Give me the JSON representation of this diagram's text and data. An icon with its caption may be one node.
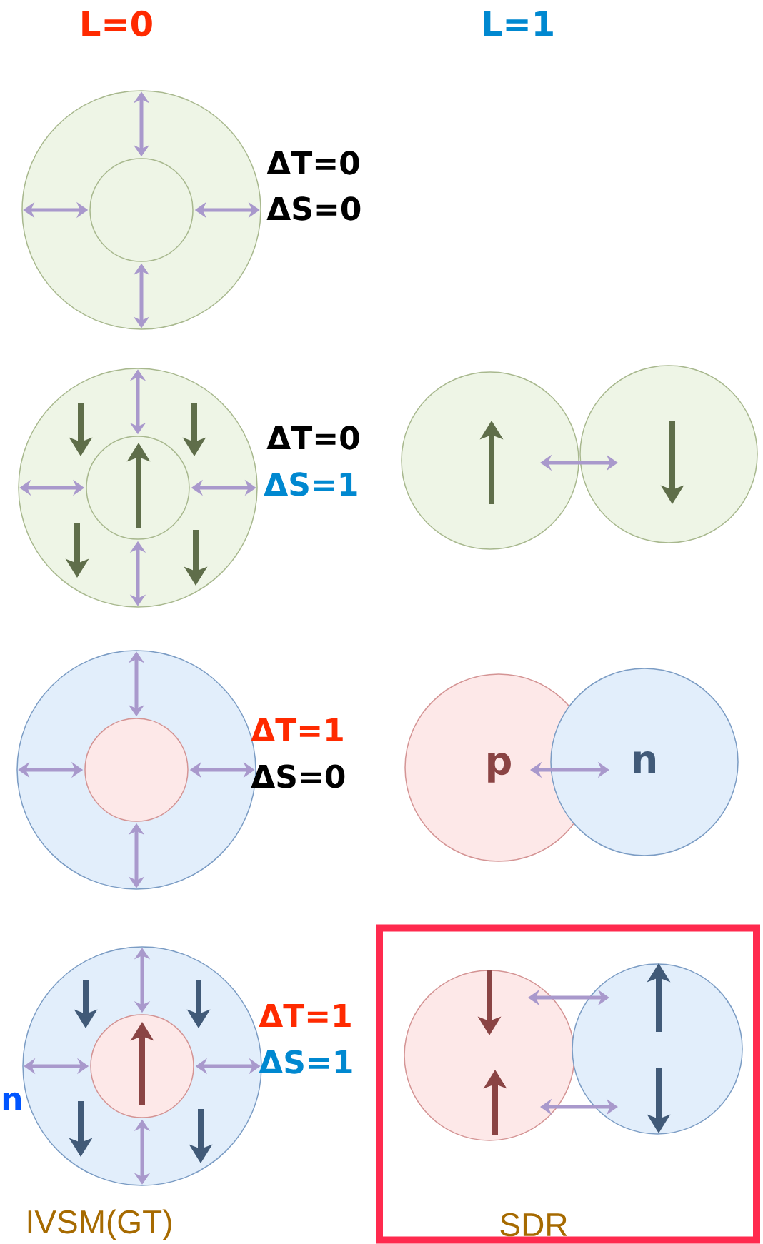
{
  "diagram": {
    "nodes": [
      {
        "text": [],
        "shape": "circle"
      },
      {
        "text": [],
        "shape": "circle",
        "in": 0
      },
      {
        "text": [],
        "shape": "circle"
      },
      {
        "text": [],
        "shape": "circle",
        "in": 2
      },
      {
        "text": [],
        "shape": "circle"
      },
      {
        "text": [],
        "shape": "circle"
      },
      {
        "text": [],
        "shape": "circle"
      },
      {
        "text": [],
        "shape": "circle",
        "in": 6
      },
      {
        "text": [
          "p"
        ]
      },
      {
        "text": [
          "n"
        ]
      },
      {
        "text": [],
        "shape": "circle"
      },
      {
        "text": [],
        "shape": "circle",
        "in": 10
      },
      {
        "text": [
          "SDR"
        ]
      },
      {
        "text": [],
        "shape": "circle",
        "in": 12
      },
      {
        "text": [],
        "shape": "circle",
        "in": 12
      }
    ],
    "edges": [
      {
        "from": 1,
        "to": 0,
        "arrow": "both"
      },
      {
        "from": 1,
        "to": 0,
        "arrow": "both"
      },
      {
        "from": 1,
        "to": 0,
        "arrow": "both"
      },
      {
        "from": 1,
        "to": 0,
        "arrow": "both"
      },
      {
        "from": 3,
        "to": 2,
        "arrow": "both"
      },
      {
        "from": 3,
        "to": 2,
        "arrow": "both"
      },
      {
        "from": 3,
        "to": 2,
        "arrow": "both"
      },
      {
        "from": 3,
        "to": 2,
        "arrow": "both"
      },
      {
        "from": 4,
        "to": 5,
        "arrow": "both"
      },
      {
        "from": 7,
        "to": 6,
        "arrow": "both"
      },
      {
        "from": 7,
        "to": 6,
        "arrow": "both"
      },
      {
        "from": 7,
        "to": 6,
        "arrow": "both"
      },
      {
        "from": 7,
        "to": 6,
        "arrow": "both"
      },
      {
        "from": 8,
        "to": 9,
        "arrow": "both"
      },
      {
        "from": 11,
        "to": 10,
        "arrow": "both"
      },
      {
        "from": 11,
        "to": 10,
        "arrow": "both"
      },
      {
        "from": 11,
        "to": 10,
        "arrow": "both"
      },
      {
        "from": 11,
        "to": 10,
        "arrow": "both"
      },
      {
        "from": 13,
        "to": 14,
        "arrow": "both"
      },
      {
        "from": 13,
        "to": 14,
        "arrow": "both"
      }
    ],
    "labels": [
      "L=0",
      "L=1",
      "ΔT=0",
      "ΔS=0",
      "ΔT=0",
      "ΔS=1",
      "ΔT=1",
      "ΔS=0",
      "ΔT=1",
      "ΔS=1",
      "n",
      "IVSM(GT)"
    ]
  }
}
